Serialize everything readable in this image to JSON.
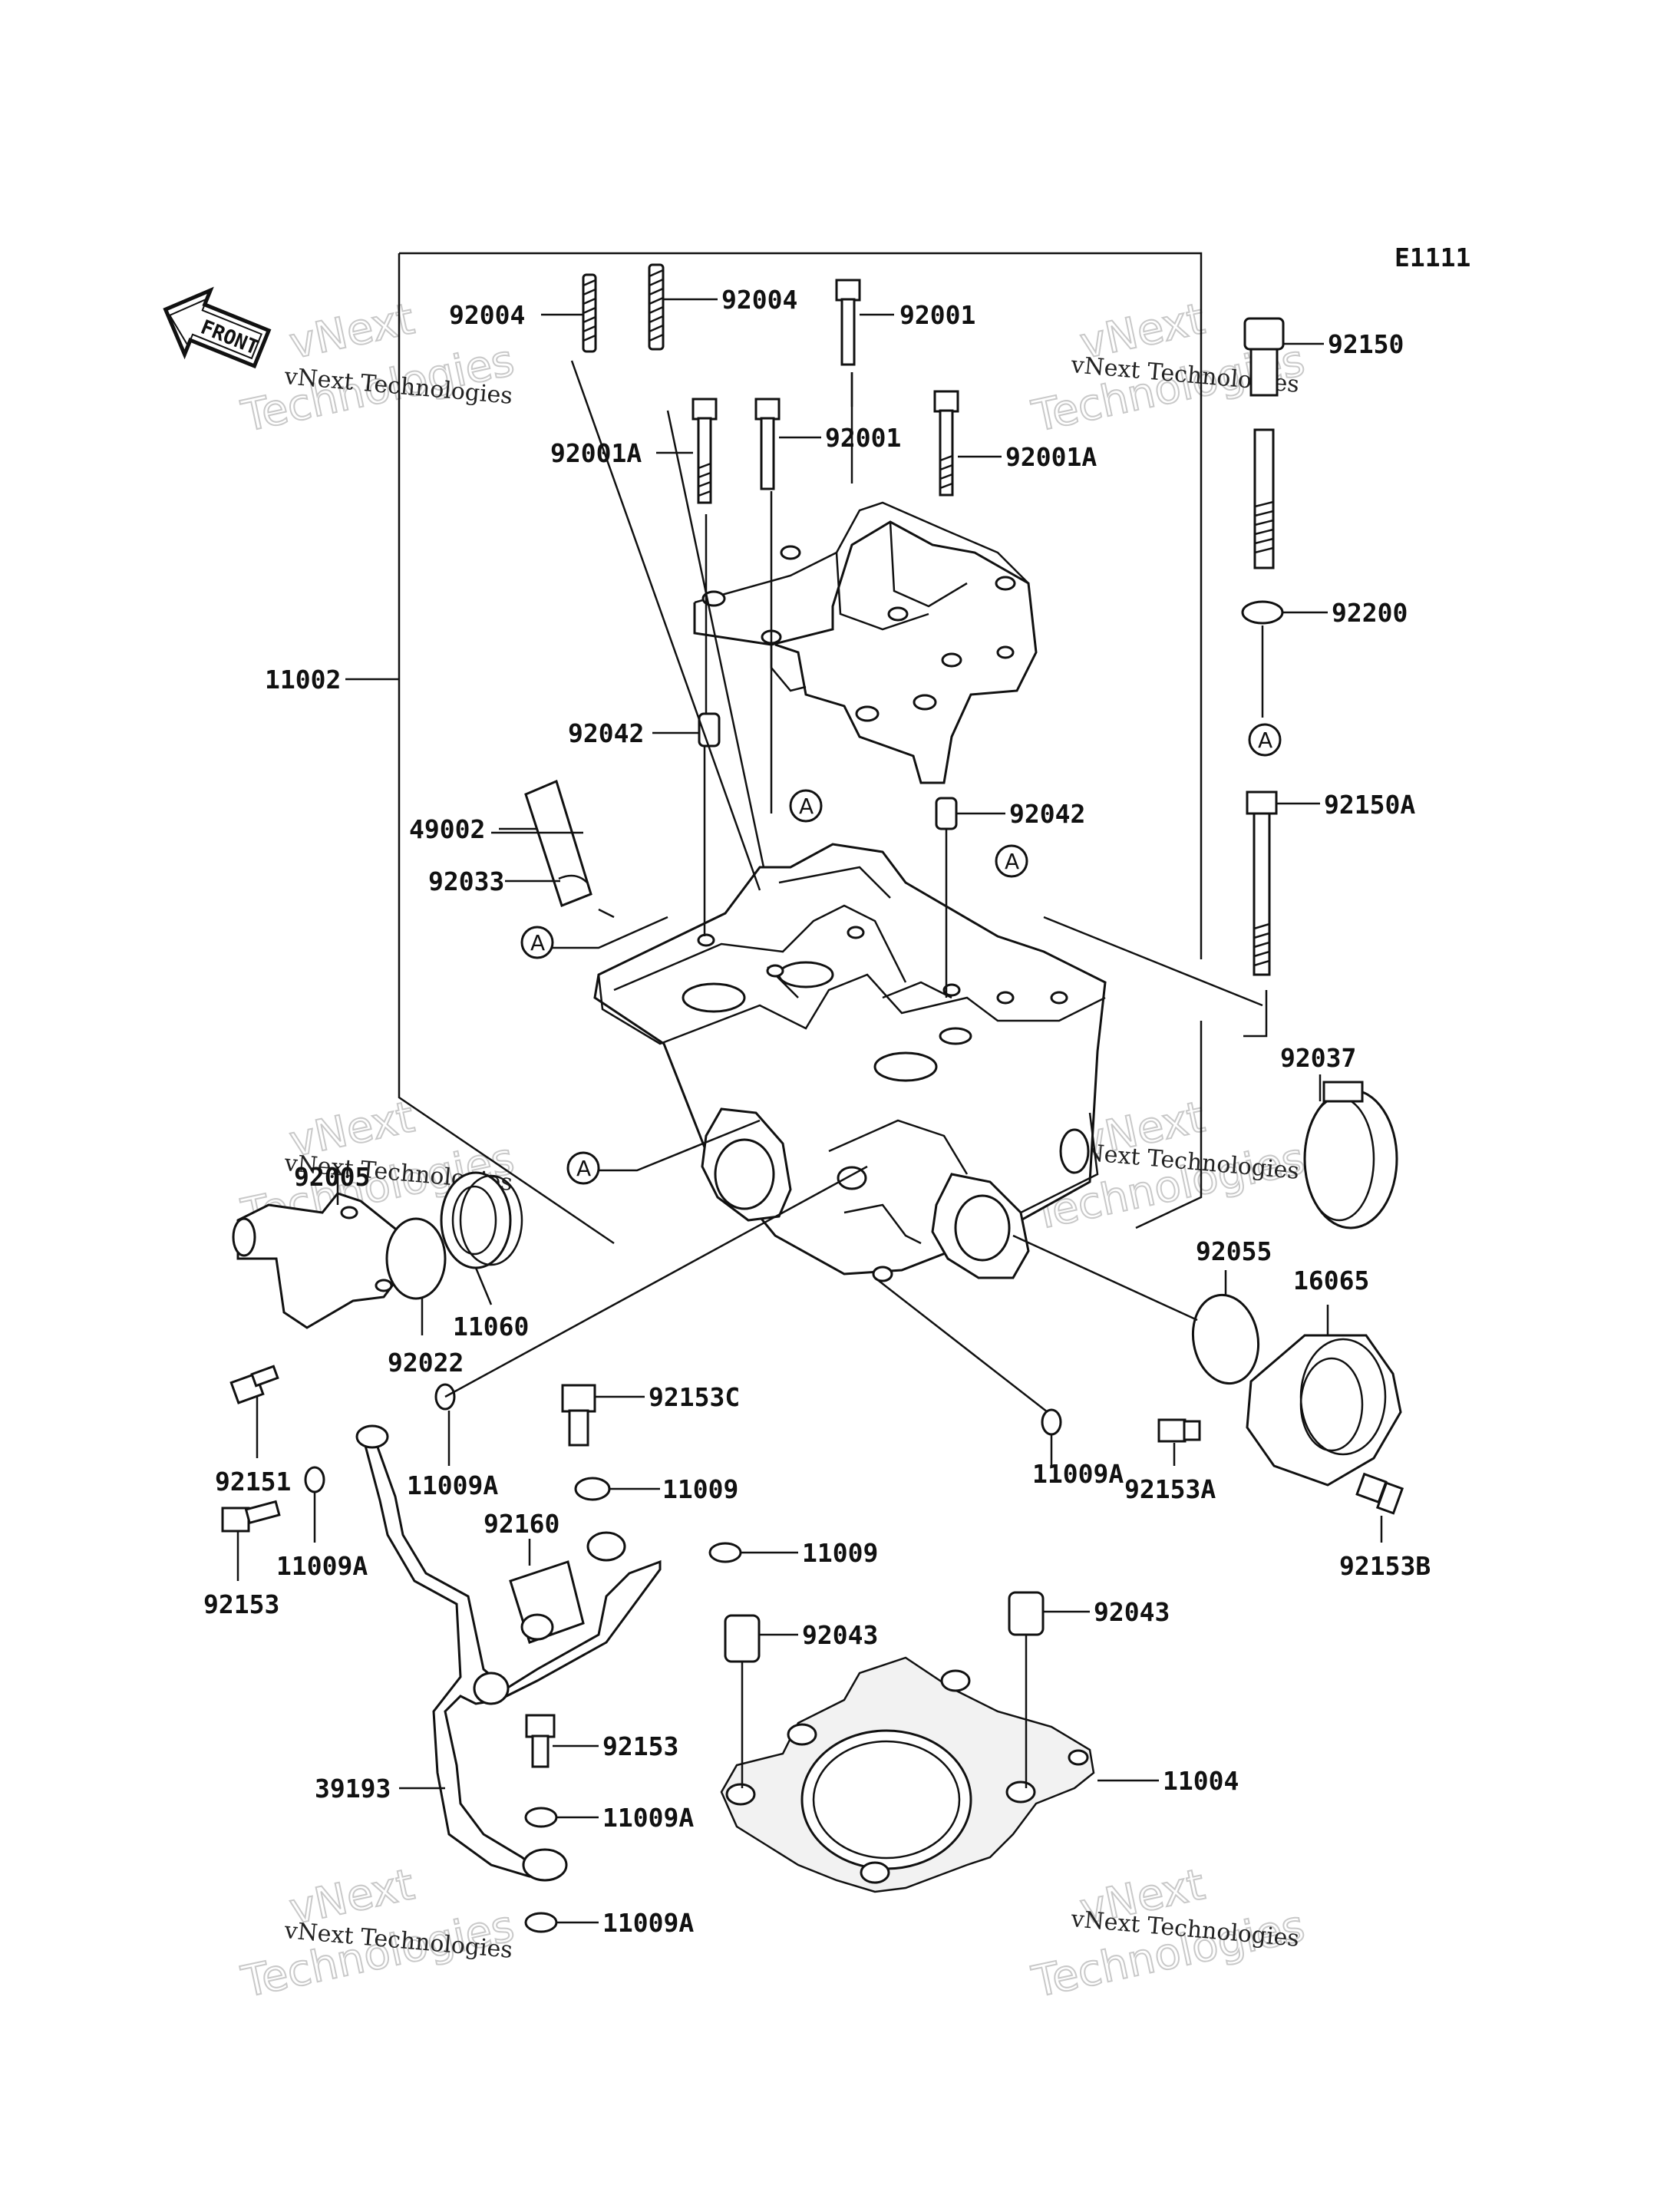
{
  "diagram_code": "E1111",
  "front_label": "FRONT",
  "watermark": {
    "line1": "vNext Technologies",
    "line2": "vNext",
    "line3": "Technologies"
  },
  "ref_marker": "A",
  "labels": {
    "p11002": "11002",
    "p92004a": "92004",
    "p92004b": "92004",
    "p92001top": "92001",
    "p92001a_left": "92001A",
    "p92001mid": "92001",
    "p92001a_right": "92001A",
    "p92150": "92150",
    "p92200": "92200",
    "p92150a": "92150A",
    "p92042a": "92042",
    "p92042b": "92042",
    "p49002": "49002",
    "p92033": "92033",
    "p92037": "92037",
    "p92005": "92005",
    "p11060": "11060",
    "p92022": "92022",
    "p92055": "92055",
    "p16065": "16065",
    "p92151": "92151",
    "p11009a1": "11009A",
    "p92153c": "92153C",
    "p11009_1": "11009",
    "p92160": "92160",
    "p11009_2": "11009",
    "p11009a2": "11009A",
    "p92153a": "92153A",
    "p92153b": "92153B",
    "p92153_1": "92153",
    "p11009a3": "11009A",
    "p92043a": "92043",
    "p92043b": "92043",
    "p11004": "11004",
    "p39193": "39193",
    "p92153_2": "92153",
    "p11009a4": "11009A",
    "p11009a5": "11009A"
  }
}
